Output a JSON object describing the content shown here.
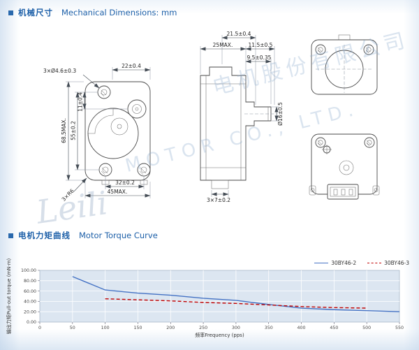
{
  "watermark": {
    "line1": "电机股份有限公司",
    "line2": "MOTOR CO., LTD.",
    "script": "Leili"
  },
  "sections": {
    "mech": {
      "title_cn": "机械尺寸",
      "title_en": "Mechanical Dimensions: mm"
    },
    "torque": {
      "title_cn": "电机力矩曲线",
      "title_en": "Motor Torque Curve"
    }
  },
  "drawings": {
    "front_view": {
      "dim_holes": "3×Ø4.6±0.3",
      "dim_width_top": "22±0.4",
      "dim_height_max": "68.5MAX.",
      "dim_height_55": "55±0.2",
      "dim_height_11": "11±0.4",
      "dim_radius": "3×R6",
      "dim_width_32": "32±0.2",
      "dim_width_max": "45MAX."
    },
    "side_view": {
      "dim_21_5": "21.5±0.4",
      "dim_25": "25MAX.",
      "dim_11_5": "11.5±0.5",
      "dim_9_5": "9.5±0.35",
      "dim_shaft": "Ø16±0.5",
      "dim_3x7": "3×7±0.2"
    }
  },
  "chart_data": {
    "type": "line",
    "title": "",
    "xlabel": "频率Frequency (pps)",
    "ylabel": "输出力矩Pull-out torque (mN·m)",
    "xlim": [
      0,
      550
    ],
    "ylim": [
      0,
      100
    ],
    "xticks": [
      0,
      50,
      100,
      150,
      200,
      250,
      300,
      350,
      400,
      450,
      500,
      550
    ],
    "ytick_labels": [
      "0.00",
      "20.00",
      "40.00",
      "60.00",
      "80.00",
      "100.00"
    ],
    "grid": true,
    "plot_bg": "#dce6f1",
    "grid_color": "#ffffff",
    "legend_position": "top-right",
    "series": [
      {
        "name": "30BY46-2",
        "color": "#4472c4",
        "style": "solid",
        "x": [
          50,
          100,
          150,
          200,
          250,
          300,
          350,
          400,
          450,
          500,
          550
        ],
        "y": [
          88,
          62,
          56,
          52,
          46,
          42,
          34,
          27,
          24,
          22,
          20
        ]
      },
      {
        "name": "30BY46-3",
        "color": "#c00000",
        "style": "dashed",
        "x": [
          100,
          150,
          200,
          250,
          300,
          350,
          400,
          450,
          500
        ],
        "y": [
          45,
          43,
          41,
          38,
          36,
          33,
          30,
          28,
          27
        ]
      }
    ]
  }
}
